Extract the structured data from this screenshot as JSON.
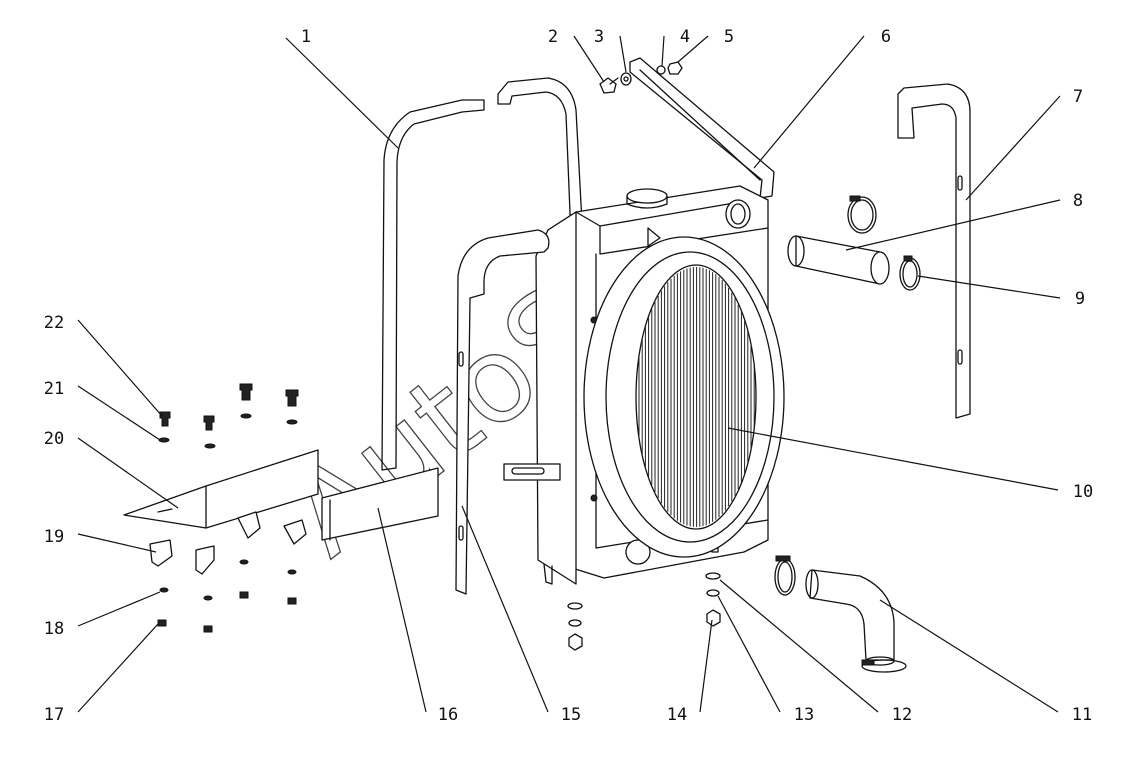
{
  "diagram": {
    "callouts": [
      "1",
      "2",
      "3",
      "4",
      "5",
      "6",
      "7",
      "8",
      "9",
      "10",
      "11",
      "12",
      "13",
      "14",
      "15",
      "16",
      "17",
      "18",
      "19",
      "20",
      "21",
      "22"
    ],
    "watermark": "AutoSoft"
  }
}
